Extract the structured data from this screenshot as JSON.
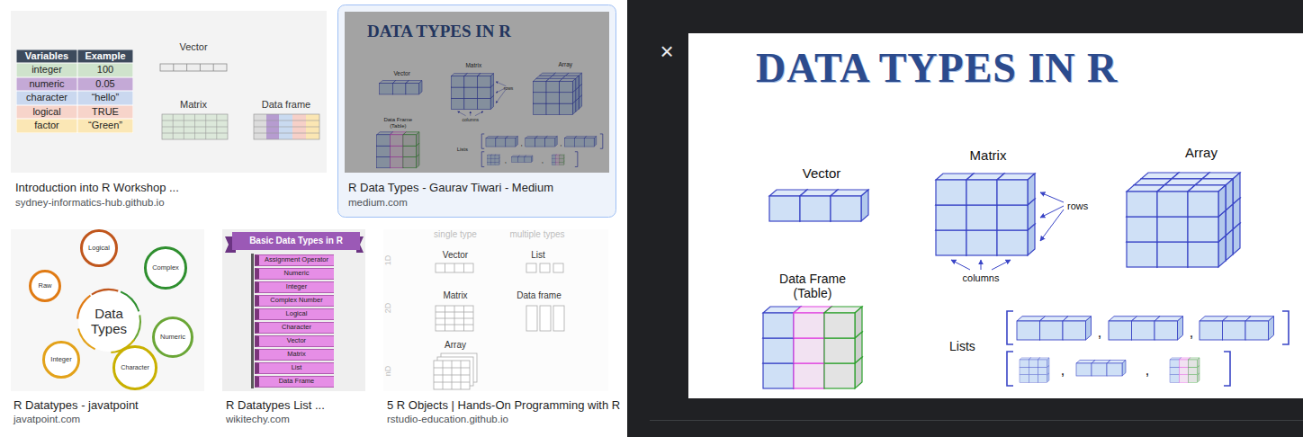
{
  "diagram": {
    "title": "DATA TYPES IN R",
    "nodes": [
      {
        "text": [
          "Data Types"
        ]
      },
      {
        "text": [
          "Logical"
        ]
      },
      {
        "text": [
          "Complex"
        ]
      },
      {
        "text": [
          "Numeric"
        ]
      },
      {
        "text": [
          "Character"
        ]
      },
      {
        "text": [
          "Integer"
        ]
      },
      {
        "text": [
          "Raw"
        ]
      },
      {
        "text": [
          "Basic Data Types in R"
        ]
      },
      {
        "text": [
          "Assignment Operator"
        ]
      },
      {
        "text": [
          "Numeric"
        ]
      },
      {
        "text": [
          "Integer"
        ]
      },
      {
        "text": [
          "Complex Number"
        ]
      },
      {
        "text": [
          "Logical"
        ]
      },
      {
        "text": [
          "Character"
        ]
      },
      {
        "text": [
          "Vector"
        ]
      },
      {
        "text": [
          "Matrix"
        ]
      },
      {
        "text": [
          "List"
        ]
      },
      {
        "text": [
          "Data Frame"
        ]
      }
    ],
    "labels": [
      "Variables",
      "Example",
      "integer",
      "100",
      "numeric",
      "0.05",
      "character",
      "“hello”",
      "logical",
      "TRUE",
      "factor",
      "“Green”",
      "Vector",
      "Matrix",
      "Data frame",
      "Introduction into R Workshop ...",
      "sydney-informatics-hub.github.io",
      "DATA TYPES IN R",
      "Vector",
      "Matrix",
      "Array",
      "rows",
      "columns",
      "Data Frame (Table)",
      "Lists",
      ",",
      ",",
      ",",
      ",",
      "R Data Types - Gaurav Tiwari - Medium",
      "medium.com",
      "R Datatypes - javatpoint",
      "javatpoint.com",
      "R Datatypes List ...",
      "wikitechy.com",
      "single type",
      "multiple types",
      "1D",
      "2D",
      "nD",
      "Vector",
      "List",
      "Matrix",
      "Data frame",
      "Array",
      "5 R Objects | Hands-On Programming with R",
      "rstudio-education.github.io",
      "×",
      "Vector",
      "Matrix",
      "Array",
      "rows",
      "columns",
      "Data Frame (Table)",
      "Lists",
      ",",
      ",",
      ",",
      ","
    ]
  }
}
